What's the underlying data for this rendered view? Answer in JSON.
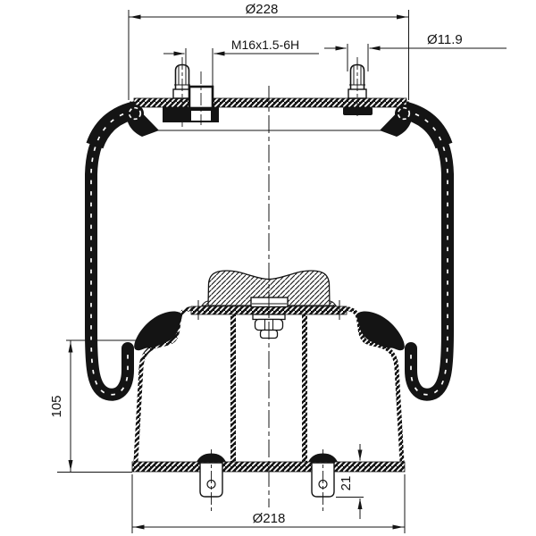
{
  "drawing": {
    "background": "#ffffff",
    "ink": "#141414",
    "dimensions": {
      "top_plate_diameter": "Ø228",
      "air_fitting_thread": "M16x1.5-6H",
      "stud_diameter": "Ø11.9",
      "piston_height": "105",
      "base_diameter": "Ø218",
      "bracket_offset": "21"
    }
  }
}
